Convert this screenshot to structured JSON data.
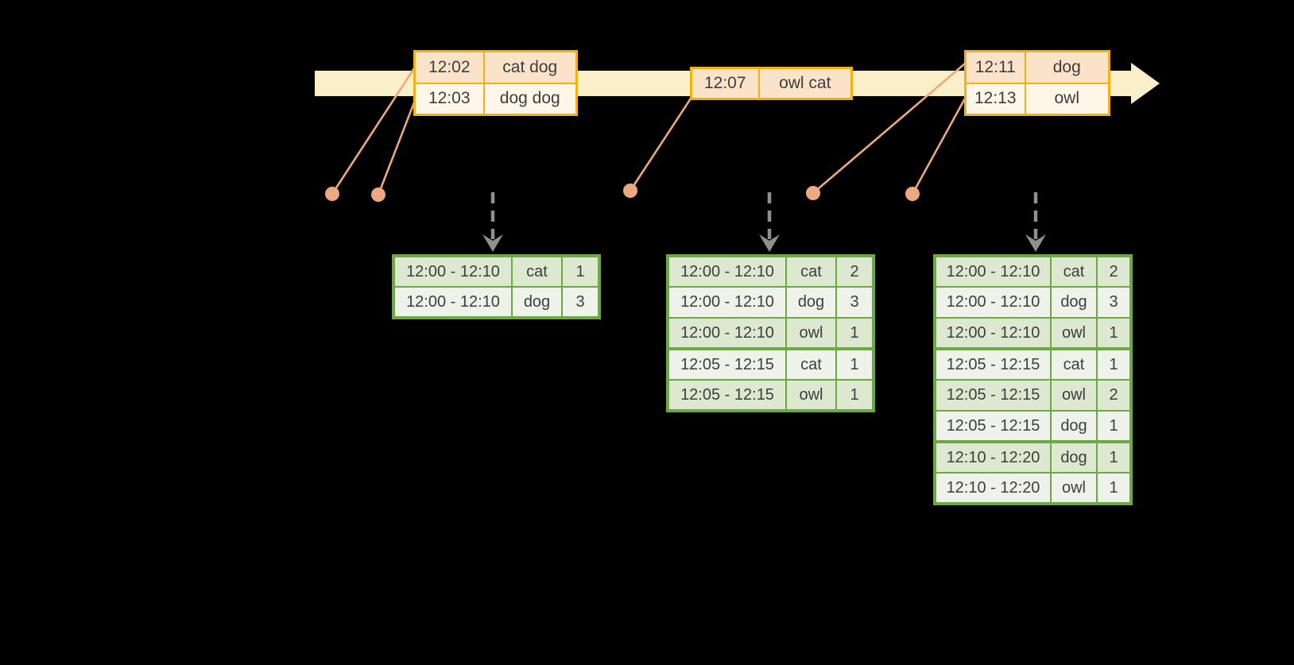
{
  "colors": {
    "background": "#000000",
    "text": "#3E3E3E",
    "timeline_band": "#FBEFCA",
    "event_border": "#F2B10D",
    "event_row_odd": "#FAE3C8",
    "event_row_even": "#FDF6E9",
    "connector": "#ECA87F",
    "trigger_arrow": "#8F8F8F",
    "result_border": "#6CA942",
    "result_row_odd": "#DDE8D1",
    "result_row_even": "#EEF2EA"
  },
  "event_tables": [
    {
      "rows": [
        {
          "time": "12:02",
          "words": "cat dog"
        },
        {
          "time": "12:03",
          "words": "dog dog"
        }
      ]
    },
    {
      "rows": [
        {
          "time": "12:07",
          "words": "owl cat"
        }
      ]
    },
    {
      "rows": [
        {
          "time": "12:11",
          "words": "dog"
        },
        {
          "time": "12:13",
          "words": "owl"
        }
      ]
    }
  ],
  "result_tables": [
    {
      "rows": [
        {
          "window": "12:00 - 12:10",
          "word": "cat",
          "count": "1"
        },
        {
          "window": "12:00 - 12:10",
          "word": "dog",
          "count": "3"
        }
      ]
    },
    {
      "rows": [
        {
          "window": "12:00 - 12:10",
          "word": "cat",
          "count": "2"
        },
        {
          "window": "12:00 - 12:10",
          "word": "dog",
          "count": "3"
        },
        {
          "window": "12:00 - 12:10",
          "word": "owl",
          "count": "1"
        },
        {
          "window": "12:05 - 12:15",
          "word": "cat",
          "count": "1"
        },
        {
          "window": "12:05 - 12:15",
          "word": "owl",
          "count": "1"
        }
      ]
    },
    {
      "rows": [
        {
          "window": "12:00 - 12:10",
          "word": "cat",
          "count": "2"
        },
        {
          "window": "12:00 - 12:10",
          "word": "dog",
          "count": "3"
        },
        {
          "window": "12:00 - 12:10",
          "word": "owl",
          "count": "1"
        },
        {
          "window": "12:05 - 12:15",
          "word": "cat",
          "count": "1"
        },
        {
          "window": "12:05 - 12:15",
          "word": "owl",
          "count": "2"
        },
        {
          "window": "12:05 - 12:15",
          "word": "dog",
          "count": "1"
        },
        {
          "window": "12:10 - 12:20",
          "word": "dog",
          "count": "1"
        },
        {
          "window": "12:10 - 12:20",
          "word": "owl",
          "count": "1"
        }
      ]
    }
  ]
}
